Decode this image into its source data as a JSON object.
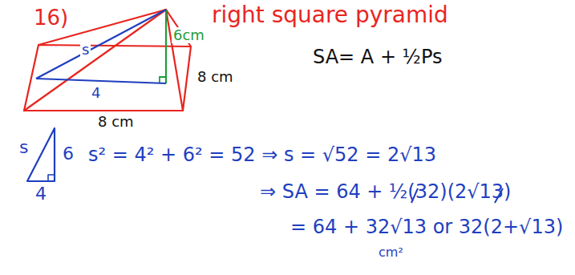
{
  "diagram": {
    "labels": [
      "16)",
      "right square pyramid",
      "SA= A + ½Ps",
      "s",
      "6cm",
      "4",
      "8 cm",
      "8 cm",
      "s",
      "6",
      "4",
      "s² = 4² + 6² = 52 ⇒ s = √52 = 2√13",
      "⇒ SA = 64 + ½(32)(2√13)",
      "= 64 + 32√13 or 32(2+√13)",
      "cm²"
    ]
  }
}
